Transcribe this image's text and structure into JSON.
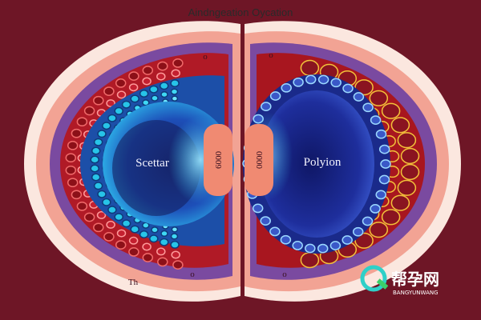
{
  "title": "Aindngeation Oycation",
  "left": {
    "center_label": "Scettar",
    "connector_text": "6000",
    "top_mark": "o",
    "bottom_left_mark": "Th",
    "bottom_mark": "o"
  },
  "right": {
    "center_label": "Polyion",
    "connector_text": "0000",
    "top_mark": "o",
    "bottom_mark": "o"
  },
  "watermark": {
    "logo_text": "帮孕网",
    "sub_text": "BANGYUNWANG"
  },
  "colors": {
    "background": "#6e1626",
    "outer_ring": "#fbe7df",
    "salmon": "#f2a394",
    "purple": "#7a4aa0",
    "red": "#b01a26",
    "cyan": "#27c4e8",
    "blue_core": "#1a2a8a",
    "gold": "#f2c23a"
  }
}
